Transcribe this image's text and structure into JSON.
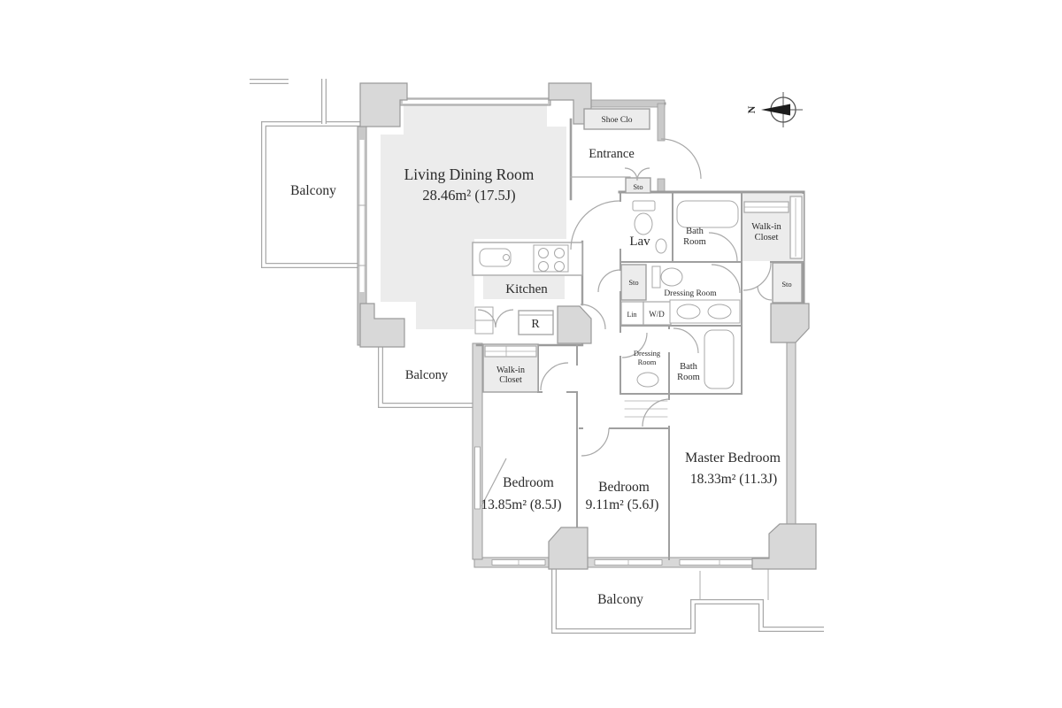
{
  "title": "Apartment floor plan",
  "colors": {
    "background": "#ffffff",
    "wall": "#9a9a9a",
    "pillar_fill": "#d8d8d8",
    "room_shade": "#ececec",
    "floor_shade": "#ededed",
    "fixture_line": "#a8a8a8",
    "text": "#2a2a2a",
    "compass_arrow": "#1c1c1c"
  },
  "compass": {
    "label": "N"
  },
  "rooms": {
    "balcony_top": {
      "label": "Balcony"
    },
    "balcony_middle": {
      "label": "Balcony"
    },
    "balcony_bottom": {
      "label": "Balcony"
    },
    "living_dining": {
      "label": "Living Dining Room",
      "area": "28.46m²  (17.5J)"
    },
    "shoe_closet": {
      "label": "Shoe Clo"
    },
    "entrance": {
      "label": "Entrance"
    },
    "storage_entrance": {
      "label": "Sto"
    },
    "storage_middle": {
      "label": "Sto"
    },
    "storage_right": {
      "label": "Sto"
    },
    "lavatory": {
      "label": "Lav"
    },
    "bathroom_upper": {
      "label_line1": "Bath",
      "label_line2": "Room"
    },
    "walk_in_closet_upper": {
      "label_line1": "Walk-in",
      "label_line2": "Closet"
    },
    "dressing_room_upper": {
      "label": "Dressing Room"
    },
    "linen": {
      "label": "Lin"
    },
    "washer_dryer": {
      "label": "W/D"
    },
    "dressing_room_lower": {
      "label_line1": "Dressing",
      "label_line2": "Room"
    },
    "bathroom_lower": {
      "label_line1": "Bath",
      "label_line2": "Room"
    },
    "kitchen": {
      "label": "Kitchen"
    },
    "refrigerator": {
      "label": "R"
    },
    "walk_in_closet_lower": {
      "label_line1": "Walk-in",
      "label_line2": "Closet"
    },
    "bedroom_west": {
      "label": "Bedroom",
      "area": "13.85m²  (8.5J)"
    },
    "bedroom_middle": {
      "label": "Bedroom",
      "area": "9.11m²  (5.6J)"
    },
    "master_bedroom": {
      "label": "Master Bedroom",
      "area": "18.33m²  (11.3J)"
    }
  }
}
